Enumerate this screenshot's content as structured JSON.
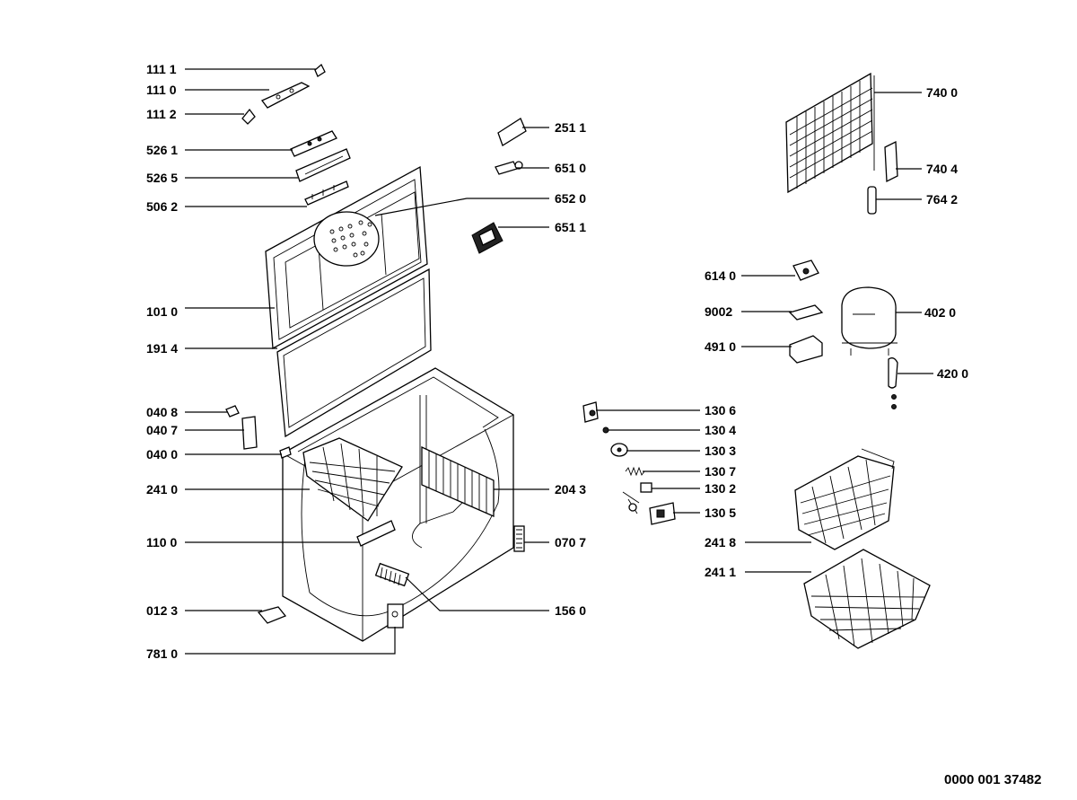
{
  "labels": {
    "l1111": "111 1",
    "l1110": "111 0",
    "l1112": "111 2",
    "l5261": "526 1",
    "l5265": "526 5",
    "l5062": "506 2",
    "l1010": "101 0",
    "l1914": "191 4",
    "l0408": "040 8",
    "l0407": "040 7",
    "l0400": "040 0",
    "l2410": "241 0",
    "l1100": "110 0",
    "l0123": "012 3",
    "l7810": "781 0",
    "l2511": "251 1",
    "l6510": "651 0",
    "l6520": "652 0",
    "l6511": "651 1",
    "l1306": "130 6",
    "l1304": "130 4",
    "l1303": "130 3",
    "l1307": "130 7",
    "l1302": "130 2",
    "l1305": "130 5",
    "l2043": "204 3",
    "l0707": "070 7",
    "l1560": "156 0",
    "l7400": "740 0",
    "l7404": "740 4",
    "l7642": "764 2",
    "l6140": "614 0",
    "l9002": "9002",
    "l4020": "402 0",
    "l4910": "491 0",
    "l4200": "420 0",
    "l2418": "241 8",
    "l2411": "241 1"
  },
  "document_number": "0000 001 37482"
}
